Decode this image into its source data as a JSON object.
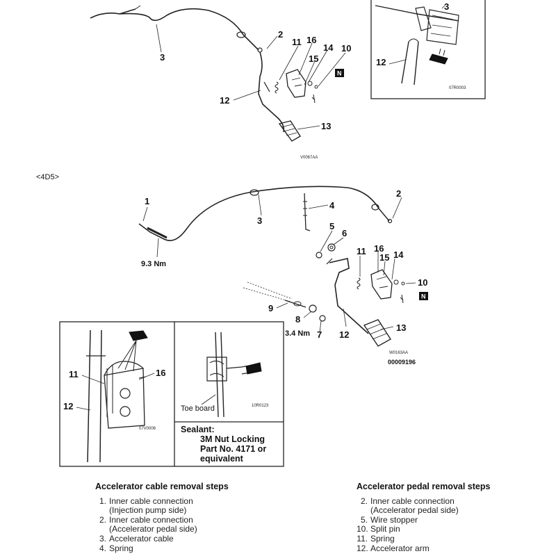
{
  "page": {
    "section_tag": "<4D5>",
    "codes": {
      "top_center": "V0067AA",
      "top_right_inset": "07R0003",
      "middle": "W0163AA",
      "middle_number": "00009196",
      "bottom_left_inset": "07V0006",
      "bottom_mid_inset": "10R0123"
    },
    "torques": {
      "cable_nut": "9.3 Nm",
      "arm_nut": "3.4 Nm"
    },
    "toe_board_label": "Toe board",
    "callouts": {
      "top": [
        "3",
        "2",
        "11",
        "16",
        "14",
        "15",
        "10",
        "12",
        "13"
      ],
      "top_inset": [
        "3",
        "12"
      ],
      "middle": [
        "1",
        "2",
        "3",
        "4",
        "5",
        "6",
        "11",
        "16",
        "15",
        "14",
        "10",
        "9",
        "8",
        "7",
        "12",
        "13"
      ],
      "bottom_inset": [
        "11",
        "16",
        "12"
      ]
    },
    "n_marker": "N"
  },
  "sealant": {
    "title": "Sealant:",
    "line1": "3M Nut Locking",
    "line2": "Part No. 4171 or",
    "line3": "equivalent"
  },
  "cable_steps": {
    "title": "Accelerator cable removal steps",
    "items": [
      {
        "n": "1.",
        "text": "Inner cable connection",
        "sub": "(Injection pump side)"
      },
      {
        "n": "2.",
        "text": "Inner cable connection",
        "sub": "(Accelerator pedal side)"
      },
      {
        "n": "3.",
        "text": "Accelerator cable",
        "sub": ""
      },
      {
        "n": "4.",
        "text": "Spring",
        "sub": ""
      }
    ]
  },
  "pedal_steps": {
    "title": "Accelerator pedal removal steps",
    "items": [
      {
        "n": "2.",
        "text": "Inner cable connection",
        "sub": "(Accelerator pedal side)"
      },
      {
        "n": "5.",
        "text": "Wire stopper",
        "sub": ""
      },
      {
        "n": "10.",
        "text": "Split pin",
        "sub": ""
      },
      {
        "n": "11.",
        "text": "Spring",
        "sub": ""
      },
      {
        "n": "12.",
        "text": "Accelerator arm",
        "sub": ""
      }
    ]
  }
}
